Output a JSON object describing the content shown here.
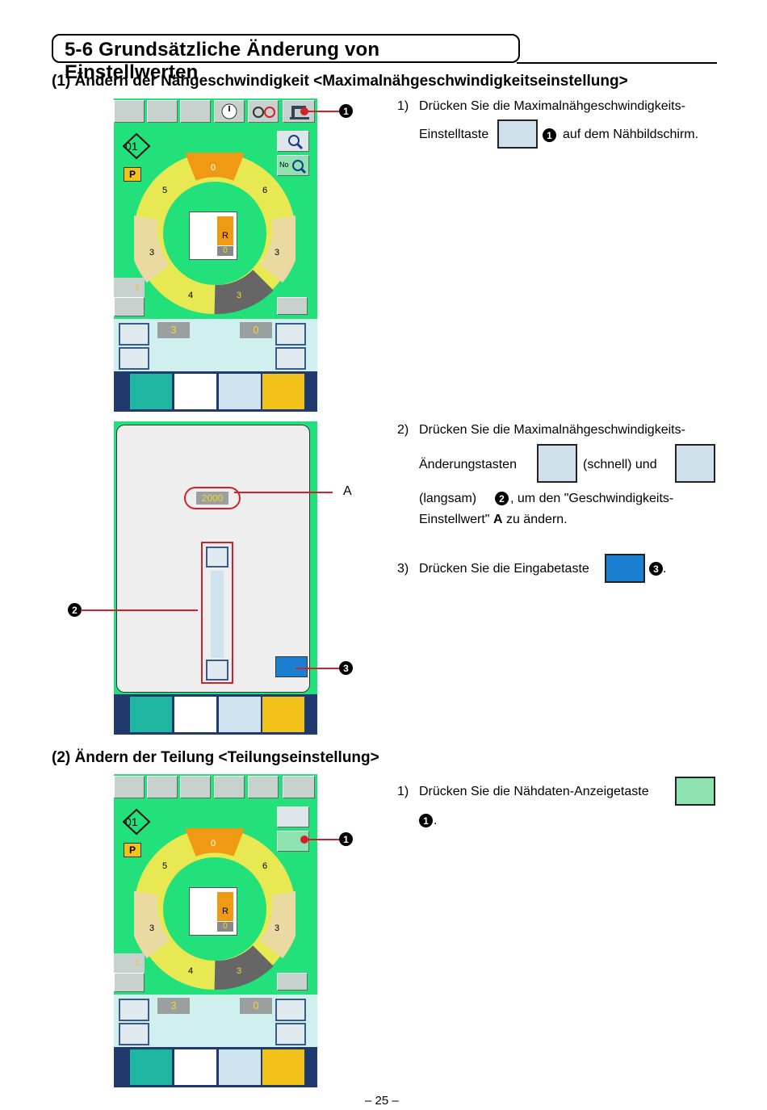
{
  "header": {
    "title": "5-6 Grundsätzliche Änderung von Einstellwerten"
  },
  "section1": {
    "heading": "(1) Ändern der Nähgeschwindigkeit <Maximalnähgeschwindigkeitseinstellung>",
    "step1": {
      "num": "1)",
      "line1": "Drücken Sie die Maximalnähgeschwindigkeits-",
      "line2a": "Einstelltaste",
      "line2b": "auf dem Nähbildschirm."
    },
    "step2": {
      "num": "2)",
      "line1": "Drücken Sie die Maximalnähgeschwindigkeits-",
      "line2a": "Änderungstasten",
      "line2b": "(schnell) und",
      "line3a": "(langsam)",
      "line3b": ", um den \"Geschwindigkeits-",
      "line4a": "Einstellwert\"",
      "line4b": "A",
      "line4c": "zu ändern."
    },
    "step3": {
      "num": "3)",
      "text": "Drücken Sie die Eingabetaste",
      "tail": "."
    },
    "speed_value": "2000",
    "label_a": "A"
  },
  "section2": {
    "heading": "(2) Ändern der Teilung <Teilungseinstellung>",
    "step1": {
      "num": "1)",
      "line1": "Drücken Sie die Nähdaten-Anzeigetaste",
      "tail": "."
    }
  },
  "screen": {
    "pattern_no": "01",
    "p_label": "P",
    "ring_values": [
      "0",
      "6",
      "3",
      "3",
      "4",
      "3",
      "5"
    ],
    "card_r": "R",
    "card_zero": "0",
    "counter": "1",
    "left_value": "3",
    "right_value": "0"
  },
  "callouts": {
    "c1": "1",
    "c2": "2",
    "c3": "3"
  },
  "footer": {
    "page": "– 25 –"
  },
  "colors": {
    "screen_green": "#22e07a",
    "callout_red": "#d4202a",
    "bar_navy": "#203a6e",
    "ring_yellow": "#e8e852",
    "ring_orange": "#ef9a12",
    "ring_tan": "#ead9a0"
  }
}
